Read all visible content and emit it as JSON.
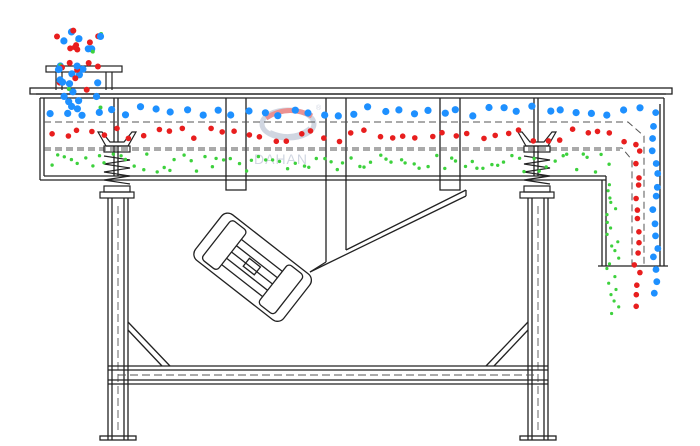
{
  "diagram": {
    "watermark": {
      "brand_text": "DAHAN",
      "registered_mark": "®"
    },
    "material_layers": [
      {
        "layer": "coarse",
        "color": "#1e90ff"
      },
      {
        "layer": "medium",
        "color": "#e81e1e"
      },
      {
        "layer": "fine",
        "color": "#3dd13d"
      }
    ],
    "colors": {
      "line": "#222222",
      "dash": "#555555",
      "watermark": "#c8cfdc",
      "watermark_accent": "#e88080"
    }
  }
}
